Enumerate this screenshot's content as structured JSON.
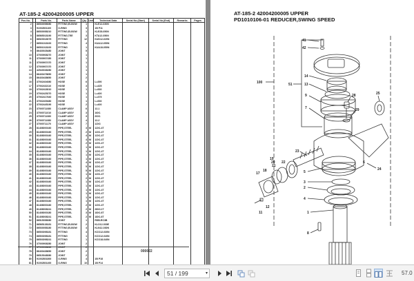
{
  "left_page": {
    "title": "AT-185-2 42004200005 UPPER",
    "columns": [
      "Pos No.",
      "Parts No.",
      "Parts Name",
      "Qty.",
      "Unit",
      "Technical Data",
      "Serial No.(Start)",
      "Serial No.(End)",
      "Remarks",
      "Pages"
    ],
    "rows": [
      {
        "pos": "2",
        "part": "86530058080",
        "name": "FITTING,ELBOW",
        "qty": "1",
        "unit": "",
        "tech": "KLE12-030N"
      },
      {
        "pos": "3",
        "part": "91002801100",
        "name": "O-RING",
        "qty": "3",
        "unit": "",
        "tech": "1B P11"
      },
      {
        "pos": "4",
        "part": "86530058210",
        "name": "FITTING,ELBOW",
        "qty": "1",
        "unit": "",
        "tech": "KLE28-050N"
      },
      {
        "pos": "5",
        "part": "86565018190",
        "name": "FITTING,TEE",
        "qty": "3",
        "unit": "",
        "tech": "KTA12-050N"
      },
      {
        "pos": "6",
        "part": "86520018075",
        "name": "FITTING",
        "qty": "12",
        "unit": "",
        "tech": "KUD12-020N"
      },
      {
        "pos": "7",
        "part": "86501018100",
        "name": "FITTING",
        "qty": "4",
        "unit": "",
        "tech": "KUA12-050N"
      },
      {
        "pos": "8",
        "part": "86501018100",
        "name": "FITTING",
        "qty": "1",
        "unit": "",
        "tech": "KUA18-050N"
      },
      {
        "pos": "9",
        "part": "86430028480",
        "name": "JOINT",
        "qty": "5",
        "unit": "",
        "tech": ""
      },
      {
        "pos": "10",
        "part": "37000908270",
        "name": "JOINT",
        "qty": "1",
        "unit": "",
        "tech": ""
      },
      {
        "pos": "11",
        "part": "37000907450",
        "name": "JOINT",
        "qty": "1",
        "unit": "",
        "tech": ""
      },
      {
        "pos": "11",
        "part": "37000907470",
        "name": "JOINT",
        "qty": "1",
        "unit": "",
        "tech": ""
      },
      {
        "pos": "12",
        "part": "37000907470",
        "name": "JOINT",
        "qty": "1",
        "unit": "",
        "tech": ""
      },
      {
        "pos": "13",
        "part": "42540038280",
        "name": "JOINT",
        "qty": "1",
        "unit": "",
        "tech": ""
      },
      {
        "pos": "14",
        "part": "86430478650",
        "name": "JOINT",
        "qty": "1",
        "unit": "",
        "tech": ""
      },
      {
        "pos": "15",
        "part": "86430438650",
        "name": "JOINT",
        "qty": "2",
        "unit": "",
        "tech": ""
      },
      {
        "pos": "16",
        "part": "37002404080",
        "name": "HOSE",
        "qty": "6",
        "unit": "",
        "tech": "L=390"
      },
      {
        "pos": "17",
        "part": "37002432110",
        "name": "HOSE",
        "qty": "3",
        "unit": "",
        "tech": "L=425"
      },
      {
        "pos": "18",
        "part": "37002418010",
        "name": "HOSE",
        "qty": "1",
        "unit": "",
        "tech": "L=530"
      },
      {
        "pos": "19",
        "part": "37002425270",
        "name": "HOSE",
        "qty": "1",
        "unit": "",
        "tech": "L=400"
      },
      {
        "pos": "20",
        "part": "37002417640",
        "name": "HOSE",
        "qty": "1",
        "unit": "",
        "tech": "L=375"
      },
      {
        "pos": "21",
        "part": "37002409480",
        "name": "HOSE",
        "qty": "1",
        "unit": "",
        "tech": "L=530"
      },
      {
        "pos": "22",
        "part": "37002445190",
        "name": "HOSE",
        "qty": "2",
        "unit": "",
        "tech": "L=400"
      },
      {
        "pos": "23",
        "part": "37000711080",
        "name": "CLAMP ASSY",
        "qty": "6",
        "unit": "",
        "tech": "12-1"
      },
      {
        "pos": "24",
        "part": "37000711010",
        "name": "CLAMP ASSY",
        "qty": "3",
        "unit": "",
        "tech": "16X1"
      },
      {
        "pos": "25",
        "part": "37000711060",
        "name": "CLAMP ASSY",
        "qty": "3",
        "unit": "",
        "tech": "20X1"
      },
      {
        "pos": "26",
        "part": "37000711080",
        "name": "CLAMP ASSY",
        "qty": "4",
        "unit": "",
        "tech": "12-2"
      },
      {
        "pos": "27",
        "part": "37000711170",
        "name": "CLAMP ASSY",
        "qty": "7",
        "unit": "",
        "tech": "12X3"
      },
      {
        "pos": "28",
        "part": "81408000160",
        "name": "PIPE,STEEL",
        "qty": "3",
        "unit": "M",
        "tech": "12X1.4T"
      },
      {
        "pos": "29",
        "part": "81408000160",
        "name": "PIPE,STEEL",
        "qty": "2",
        "unit": "M",
        "tech": "12X1.4T"
      },
      {
        "pos": "30",
        "part": "81408000160",
        "name": "PIPE,STEEL",
        "qty": "4",
        "unit": "M",
        "tech": "12X1.4T"
      },
      {
        "pos": "31",
        "part": "81408000160",
        "name": "PIPE,STEEL",
        "qty": "4",
        "unit": "M",
        "tech": "12X1.4T"
      },
      {
        "pos": "32",
        "part": "81408000160",
        "name": "PIPE,STEEL",
        "qty": "2",
        "unit": "M",
        "tech": "12X1.4T"
      },
      {
        "pos": "33",
        "part": "81408000160",
        "name": "PIPE,STEEL",
        "qty": "1",
        "unit": "M",
        "tech": "12X1.4T"
      },
      {
        "pos": "34",
        "part": "81408000160",
        "name": "PIPE,STEEL",
        "qty": "1",
        "unit": "M",
        "tech": "12X1.4T"
      },
      {
        "pos": "35",
        "part": "81408000160",
        "name": "PIPE,STEEL",
        "qty": "1",
        "unit": "M",
        "tech": "12X1.4T"
      },
      {
        "pos": "36",
        "part": "81408000160",
        "name": "PIPE,STEEL",
        "qty": "1",
        "unit": "M",
        "tech": "12X1.4T"
      },
      {
        "pos": "37",
        "part": "81408000160",
        "name": "PIPE,STEEL",
        "qty": "4",
        "unit": "M",
        "tech": "12X1.4T"
      },
      {
        "pos": "38",
        "part": "81408000160",
        "name": "PIPE,STEEL",
        "qty": "5",
        "unit": "M",
        "tech": "12X1.4T"
      },
      {
        "pos": "39",
        "part": "81408000160",
        "name": "PIPE,STEEL",
        "qty": "5",
        "unit": "M",
        "tech": "12X1.4T"
      },
      {
        "pos": "40",
        "part": "81408000160",
        "name": "PIPE,STEEL",
        "qty": "1",
        "unit": "M",
        "tech": "12X1.4T"
      },
      {
        "pos": "41",
        "part": "81408000160",
        "name": "PIPE,STEEL",
        "qty": "2",
        "unit": "M",
        "tech": "12X1.4T"
      },
      {
        "pos": "42",
        "part": "81408000160",
        "name": "PIPE,STEEL",
        "qty": "1",
        "unit": "M",
        "tech": "12X1.4T"
      },
      {
        "pos": "43",
        "part": "81408000160",
        "name": "PIPE,STEEL",
        "qty": "1",
        "unit": "M",
        "tech": "12X1.4T"
      },
      {
        "pos": "44",
        "part": "81408000160",
        "name": "PIPE,STEEL",
        "qty": "1",
        "unit": "M",
        "tech": "12X1.4T"
      },
      {
        "pos": "45",
        "part": "81408000160",
        "name": "PIPE,STEEL",
        "qty": "1",
        "unit": "M",
        "tech": "12X1.4T"
      },
      {
        "pos": "46",
        "part": "81408000160",
        "name": "PIPE,STEEL",
        "qty": "1",
        "unit": "M",
        "tech": "12X1.4T"
      },
      {
        "pos": "47",
        "part": "81408000160",
        "name": "PIPE,STEEL",
        "qty": "1",
        "unit": "M",
        "tech": "12X1.4T"
      },
      {
        "pos": "48",
        "part": "81408000160",
        "name": "PIPE,STEEL",
        "qty": "2",
        "unit": "M",
        "tech": "12X1.4T"
      },
      {
        "pos": "49",
        "part": "81408008241",
        "name": "PIPE,STEEL",
        "qty": "2",
        "unit": "M",
        "tech": "28X3.1T"
      },
      {
        "pos": "50",
        "part": "81408000180",
        "name": "PIPE,STEEL",
        "qty": "3",
        "unit": "M",
        "tech": "18X1.6T"
      },
      {
        "pos": "51",
        "part": "81408008241",
        "name": "PIPE,STEEL",
        "qty": "2",
        "unit": "M",
        "tech": "18X1.6T"
      },
      {
        "pos": "52",
        "part": "86515058080",
        "name": "JOINT",
        "qty": "1",
        "unit": "",
        "tech": "RSB-RC3B"
      },
      {
        "pos": "71",
        "part": "86565138181",
        "name": "FITTING,ELBOW",
        "qty": "2",
        "unit": "",
        "tech": "KLO12-030E"
      },
      {
        "pos": "72",
        "part": "86530058180",
        "name": "FITTING,ELBOW",
        "qty": "4",
        "unit": "",
        "tech": "KLN12-030N"
      },
      {
        "pos": "73",
        "part": "86503098181",
        "name": "FITTING",
        "qty": "4",
        "unit": "",
        "tech": "KCO12-030N"
      },
      {
        "pos": "74",
        "part": "86503098181",
        "name": "FITTING",
        "qty": "1",
        "unit": "",
        "tech": "KCO12-040N"
      },
      {
        "pos": "75",
        "part": "86503098241",
        "name": "FITTING",
        "qty": "1",
        "unit": "",
        "tech": "KCO18-040N"
      },
      {
        "pos": "76",
        "part": "37000908280",
        "name": "JOINT",
        "qty": "2",
        "unit": "",
        "tech": ""
      },
      {
        "pos": "77",
        "part": "37000908260",
        "name": "JOINT",
        "qty": "2",
        "unit": "",
        "tech": ""
      },
      {
        "pos": "78",
        "part": "86430438650",
        "name": "JOINT",
        "qty": "2",
        "unit": "",
        "tech": ""
      },
      {
        "pos": "79",
        "part": "86515048080",
        "name": "JOINT",
        "qty": "2",
        "unit": "",
        "tech": ""
      },
      {
        "pos": "80",
        "part": "91002801800",
        "name": "O-RING",
        "qty": "4",
        "unit": "",
        "tech": "1B P18"
      },
      {
        "pos": "81",
        "part": "91002801400",
        "name": "O-RING",
        "qty": "10",
        "unit": "",
        "tech": "1B P14"
      },
      {
        "pos": "91",
        "part": "91002801100",
        "name": "O-RING",
        "qty": "9",
        "unit": "",
        "tech": "1B P11"
      }
    ],
    "page_number": "000022"
  },
  "right_page": {
    "title_line1": "AT-185-2 42004200005 UPPER",
    "title_line2": "PD1010106-01 REDUCER,SWING SPEED",
    "callouts": [
      "41",
      "42",
      "51",
      "100",
      "14",
      "13",
      "9",
      "7",
      "28",
      "29",
      "25",
      "23",
      "19",
      "20",
      "21",
      "22",
      "18",
      "17",
      "5",
      "3",
      "2",
      "4",
      "6",
      "24",
      "12",
      "11",
      "1",
      "8"
    ]
  },
  "toolbar": {
    "page_indicator": "51 / 199",
    "current_page": 51,
    "total_pages": 199,
    "zoom_level": "57.0",
    "buttons": {
      "first": "first-page",
      "prev": "previous-page",
      "next": "next-page",
      "last": "last-page"
    },
    "active_view": "two-page"
  }
}
